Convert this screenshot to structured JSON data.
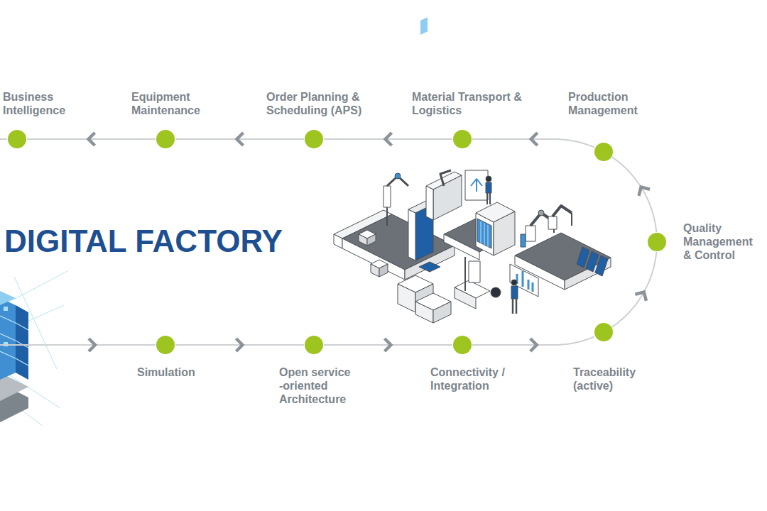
{
  "diagram": {
    "title": "DIGITAL FACTORY",
    "nodes": [
      {
        "text": [
          "Simulation"
        ]
      },
      {
        "text": [
          "Open service -oriented Architecture"
        ]
      },
      {
        "text": [
          "Connectivity / Integration"
        ]
      },
      {
        "text": [
          "Traceability (active)"
        ]
      },
      {
        "text": [
          "Quality Management & Control"
        ]
      },
      {
        "text": [
          "Production Management"
        ]
      },
      {
        "text": [
          "Material Transport & Logistics"
        ]
      },
      {
        "text": [
          "Order Planning & Scheduling (APS)"
        ]
      },
      {
        "text": [
          "Equipment Maintenance"
        ]
      },
      {
        "text": [
          "Business Intelligence"
        ]
      }
    ],
    "edges": [
      {
        "from": 0,
        "to": 1,
        "arrow": "to"
      },
      {
        "from": 1,
        "to": 2,
        "arrow": "to"
      },
      {
        "from": 2,
        "to": 3,
        "arrow": "to"
      },
      {
        "from": 3,
        "to": 4,
        "arrow": "to"
      },
      {
        "from": 4,
        "to": 5,
        "arrow": "to"
      },
      {
        "from": 5,
        "to": 6,
        "arrow": "to"
      },
      {
        "from": 6,
        "to": 7,
        "arrow": "to"
      },
      {
        "from": 7,
        "to": 8,
        "arrow": "to"
      },
      {
        "from": 8,
        "to": 9,
        "arrow": "to"
      }
    ]
  }
}
